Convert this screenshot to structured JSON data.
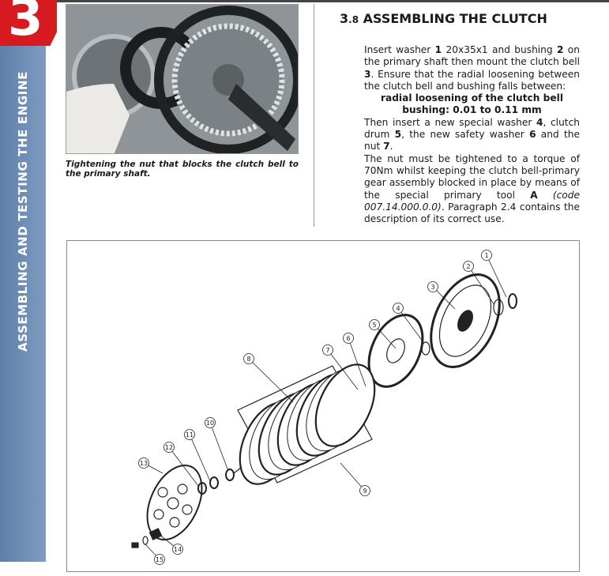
{
  "chapter": {
    "number": "3",
    "vertical_title": "ASSEMBLING AND TESTING THE ENGINE"
  },
  "photo": {
    "caption": "Tightening the nut that blocks the clutch bell to the primary shaft."
  },
  "section": {
    "number_major": "3",
    "number_minor": ".8",
    "title": "ASSEMBLING THE CLUTCH"
  },
  "body": {
    "p1": [
      "Insert washer ",
      "1",
      " 20x35x1 and bushing ",
      "2",
      " on the primary shaft then mount the clutch bell ",
      "3",
      ". Ensure that the radial loosening between the clutch bell and bushing falls between:"
    ],
    "spec_line1": "radial loosening of the clutch bell",
    "spec_line2": "bushing: 0.01 to 0.11 mm",
    "p2": [
      "Then insert a new special washer ",
      "4",
      ", clutch drum ",
      "5",
      ", the new safety washer ",
      "6",
      " and the nut ",
      "7",
      "."
    ],
    "p3": [
      "The nut must be tightened to a torque of 70Nm whilst keeping the clutch bell-primary gear assembly blocked in place by means of the special primary tool ",
      "A",
      " (code 007.14.000.0.0)",
      ". Paragraph 2.4 contains the description of its correct use."
    ]
  },
  "diagram": {
    "callouts": [
      "1",
      "2",
      "3",
      "4",
      "5",
      "6",
      "7",
      "8",
      "9",
      "10",
      "11",
      "12",
      "13",
      "14",
      "15"
    ]
  }
}
